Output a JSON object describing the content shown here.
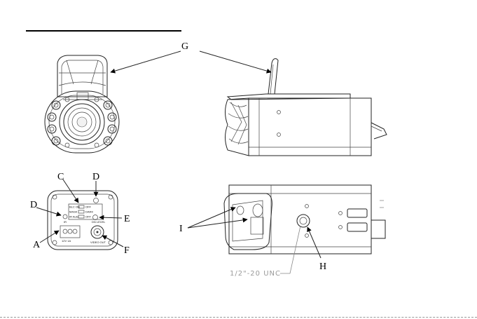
{
  "callouts": {
    "G": "G",
    "C": "C",
    "D_top": "D",
    "D_left": "D",
    "E": "E",
    "A": "A",
    "F": "F",
    "I": "I",
    "H": "H"
  },
  "thread_spec": "1/2\"-20 UNC",
  "rear_panel": {
    "switch_1": "BLC ON",
    "switch_1_right": "OFF",
    "switch_2": "MASK",
    "switch_2_right": "DARK",
    "switch_3": "IR Auto",
    "switch_3_right": "OFF",
    "dn_level": "DN LEVEL",
    "video_out": "VIDEO OUT",
    "power": "12V 1A",
    "ir_led": "IR"
  }
}
